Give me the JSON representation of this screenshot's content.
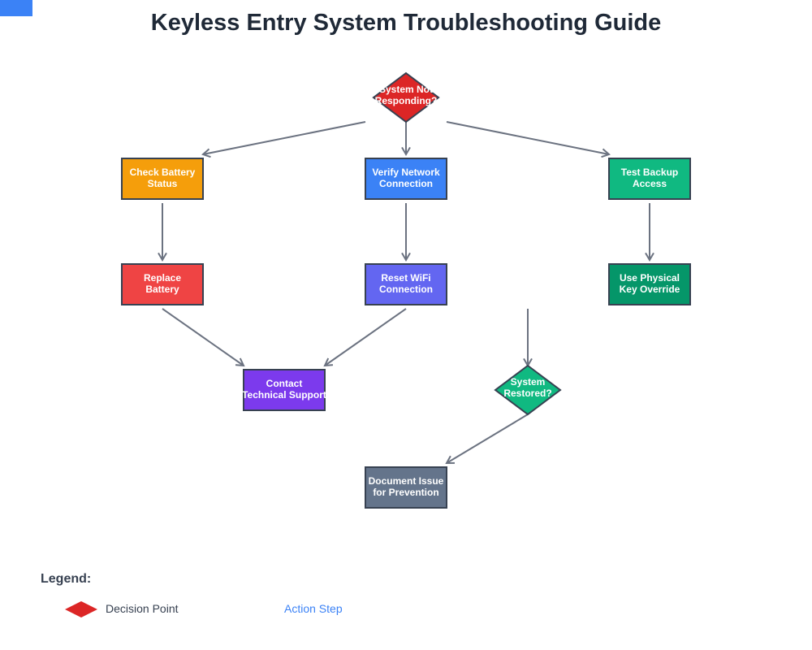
{
  "title": "Keyless Entry System Troubleshooting Guide",
  "nodes": [
    {
      "id": "start",
      "shape": "diamond",
      "lines": [
        "System Not",
        "Responding?"
      ],
      "fill": "#dc2626"
    },
    {
      "id": "battery",
      "shape": "rect",
      "lines": [
        "Check Battery",
        "Status"
      ],
      "fill": "#f59e0b"
    },
    {
      "id": "network",
      "shape": "rect",
      "lines": [
        "Verify Network",
        "Connection"
      ],
      "fill": "#3b82f6"
    },
    {
      "id": "backup",
      "shape": "rect",
      "lines": [
        "Test Backup",
        "Access"
      ],
      "fill": "#10b981"
    },
    {
      "id": "replace",
      "shape": "rect",
      "lines": [
        "Replace",
        "Battery"
      ],
      "fill": "#ef4444"
    },
    {
      "id": "reset",
      "shape": "rect",
      "lines": [
        "Reset WiFi",
        "Connection"
      ],
      "fill": "#6366f1"
    },
    {
      "id": "physical",
      "shape": "rect",
      "lines": [
        "Use Physical",
        "Key Override"
      ],
      "fill": "#059669"
    },
    {
      "id": "support",
      "shape": "rect",
      "lines": [
        "Contact",
        "Technical Support"
      ],
      "fill": "#7c3aed"
    },
    {
      "id": "restored",
      "shape": "diamond",
      "lines": [
        "System",
        "Restored?"
      ],
      "fill": "#10b981"
    },
    {
      "id": "document",
      "shape": "rect",
      "lines": [
        "Document Issue",
        "for Prevention"
      ],
      "fill": "#64748b"
    }
  ],
  "edges": [
    {
      "from": "start",
      "to": "battery"
    },
    {
      "from": "start",
      "to": "network"
    },
    {
      "from": "start",
      "to": "backup"
    },
    {
      "from": "battery",
      "to": "replace"
    },
    {
      "from": "network",
      "to": "reset"
    },
    {
      "from": "backup",
      "to": "physical"
    },
    {
      "from": "replace",
      "to": "support"
    },
    {
      "from": "reset",
      "to": "support"
    },
    {
      "from": "restored",
      "to": "document"
    }
  ],
  "stroke_color": "#374151",
  "edge_color": "#6b7280",
  "legend": {
    "title": "Legend:",
    "items": [
      {
        "label": "Decision Point",
        "shape": "diamond",
        "color": "#dc2626"
      },
      {
        "label": "Action Step",
        "shape": "rect",
        "color": "#3b82f6"
      }
    ]
  }
}
